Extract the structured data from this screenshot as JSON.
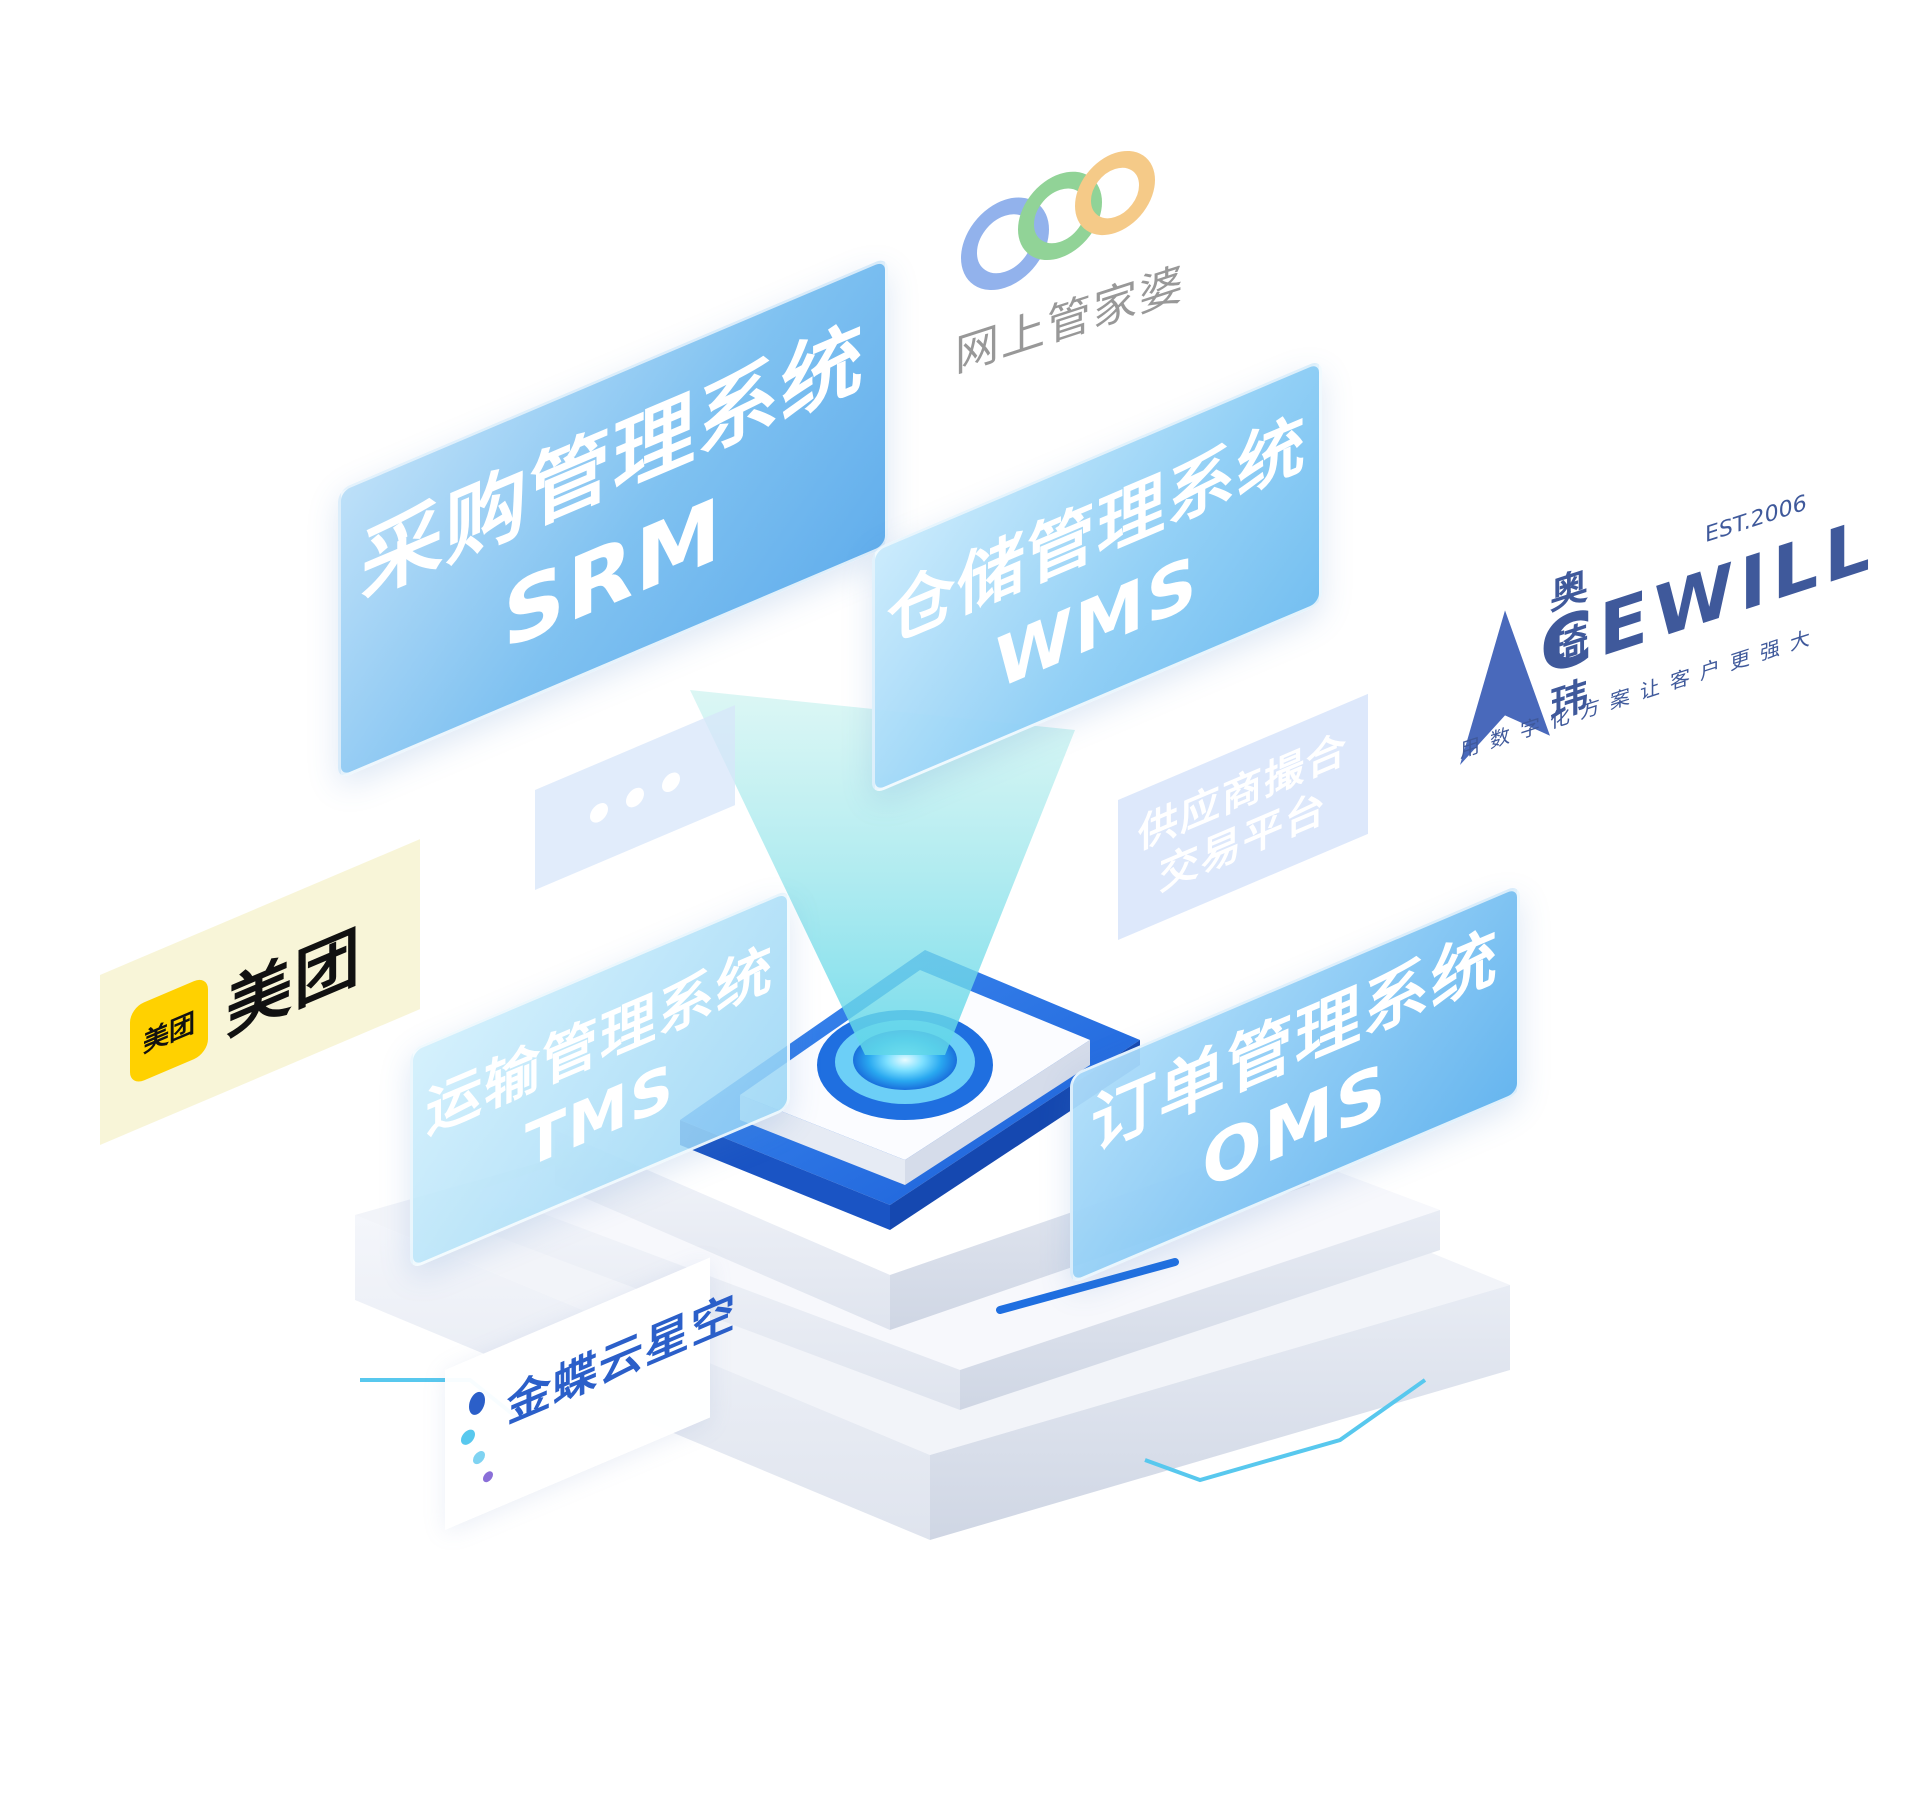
{
  "cards": {
    "srm": {
      "cn": "采购管理系统",
      "en": "SRM"
    },
    "wms": {
      "cn": "仓储管理系统",
      "en": "WMS"
    },
    "tms": {
      "cn": "运输管理系统",
      "en": "TMS"
    },
    "oms": {
      "cn": "订单管理系统",
      "en": "OMS"
    }
  },
  "supplier_panel": {
    "line1": "供应商撮合",
    "line2": "交易平台"
  },
  "logos": {
    "wangshang": {
      "name": "网上管家婆"
    },
    "acewill": {
      "cn_name": "奥琦玮",
      "est": "EST.2006",
      "word": "CEWILL",
      "slogan": "用数字化方案让客户更强大"
    },
    "meituan": {
      "badge": "美团",
      "word": "美团"
    },
    "kingdee": {
      "word": "金蝶云星空"
    }
  },
  "colors": {
    "card_blue": "#6cb8ef",
    "platform_blue": "#1f6fe0",
    "accent_cyan": "#58c8ee",
    "meituan_yellow": "#ffd100",
    "kingdee_blue": "#2b5fc9",
    "acewill_navy": "#1e3d8a"
  }
}
